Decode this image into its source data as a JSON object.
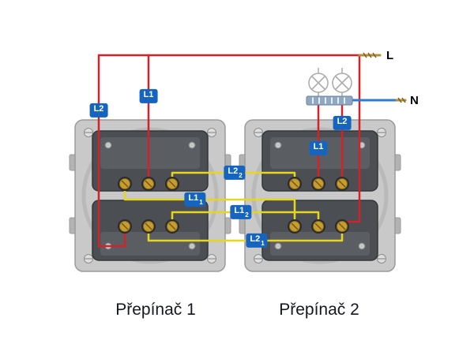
{
  "diagram": {
    "captions": {
      "switch1": "Přepínač 1",
      "switch2": "Přepínač 2"
    },
    "supply_labels": {
      "line": "L",
      "neutral": "N"
    },
    "wire_badges": [
      {
        "name": "l2-switch1-feed",
        "base": "L2",
        "sub": ""
      },
      {
        "name": "l1-switch1-feed",
        "base": "L1",
        "sub": ""
      },
      {
        "name": "traveler-l2-2",
        "base": "L2",
        "sub": "2"
      },
      {
        "name": "traveler-l1-1",
        "base": "L1",
        "sub": "1"
      },
      {
        "name": "traveler-l1-2",
        "base": "L1",
        "sub": "2"
      },
      {
        "name": "traveler-l2-1",
        "base": "L2",
        "sub": "1"
      },
      {
        "name": "l1-switch2-lamp",
        "base": "L1",
        "sub": ""
      },
      {
        "name": "l2-switch2-lamp",
        "base": "L2",
        "sub": ""
      }
    ],
    "colors": {
      "live_red": "#d2232a",
      "traveler_yellow": "#e8d51e",
      "neutral_blue": "#2e7bd0",
      "copper_tip": "#b08d3a",
      "badge_blue": "#1565c0"
    }
  }
}
